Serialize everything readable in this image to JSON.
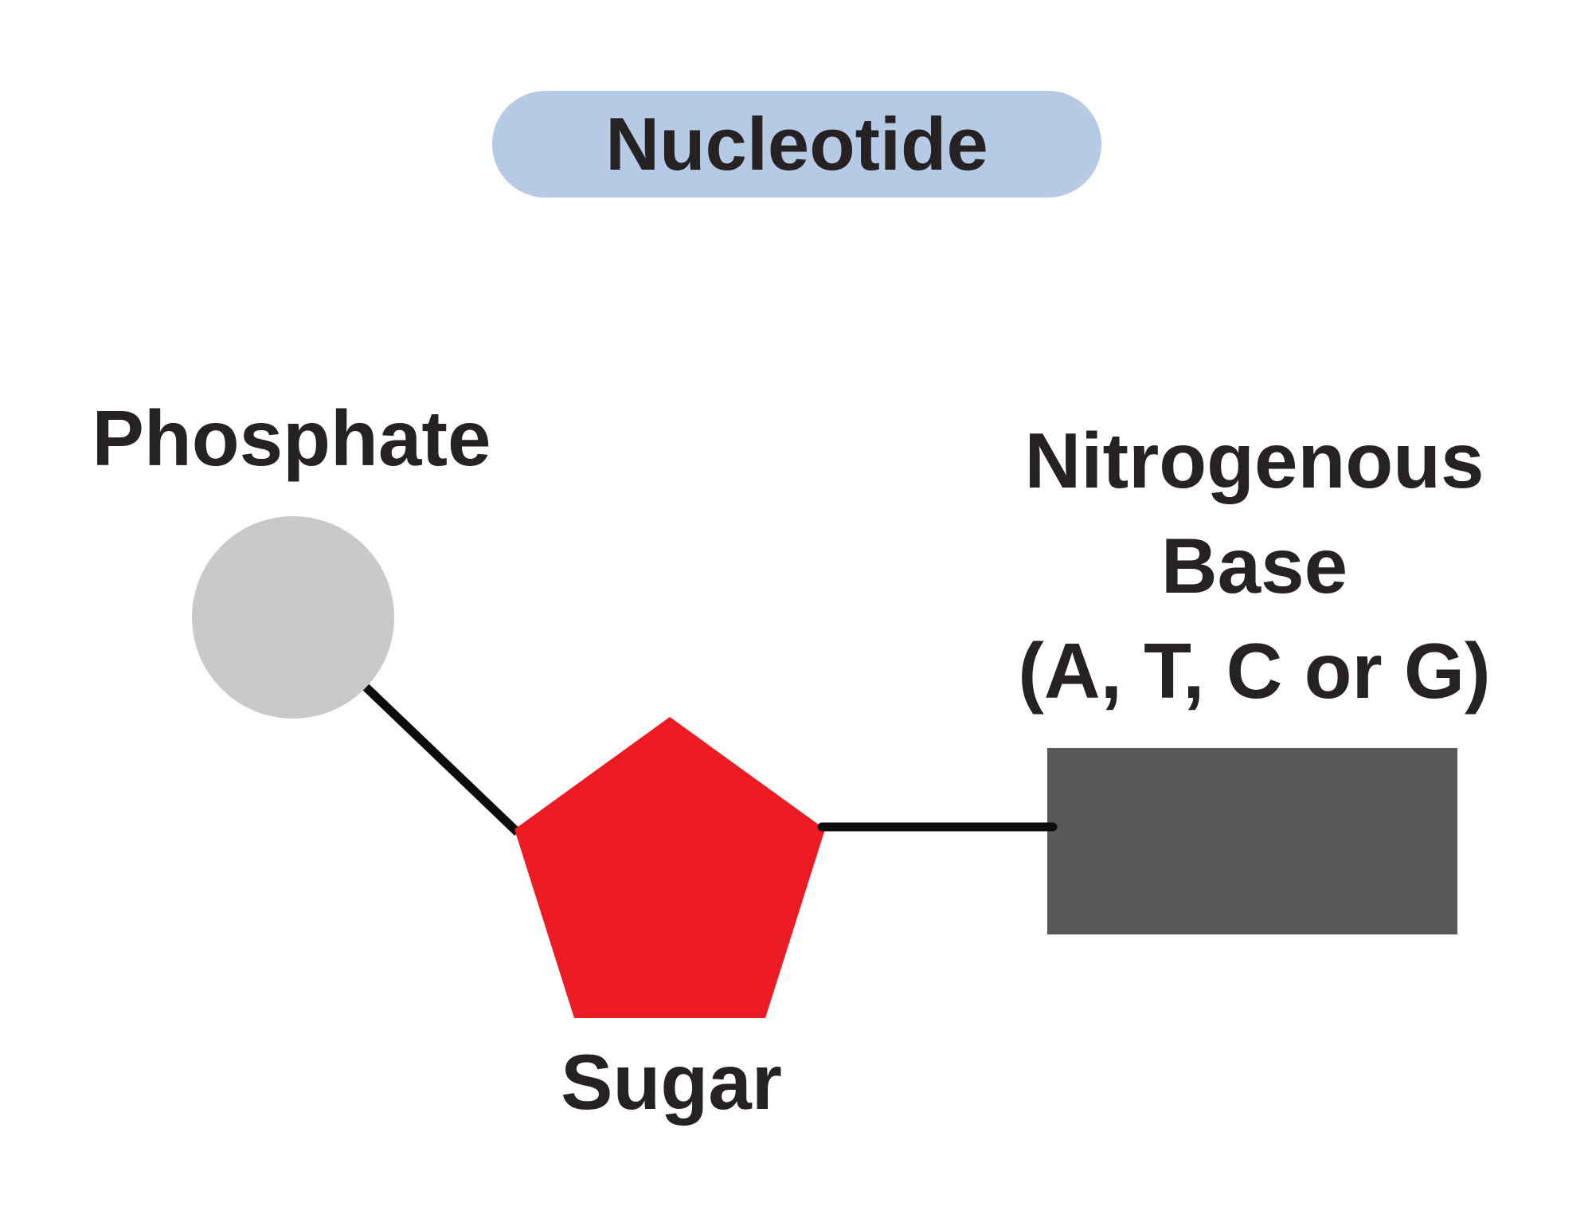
{
  "title": {
    "label": "Nucleotide"
  },
  "labels": {
    "phosphate": "Phosphate",
    "sugar": "Sugar",
    "nitrogenous_base_line1": "Nitrogenous",
    "nitrogenous_base_line2": "Base",
    "nitrogenous_base_line3": "(A, T, C or G)"
  },
  "shapes": {
    "phosphate": "circle",
    "sugar": "pentagon",
    "nitrogenous_base": "rectangle"
  },
  "colors": {
    "background": "#ffffff",
    "pill_bg": "#b6c9e5",
    "text": "#262223",
    "phosphate_gray": "#c9c9c9",
    "sugar_red": "#ed1c24",
    "base_gray": "#595959",
    "bond_black": "#0d0d0d"
  }
}
